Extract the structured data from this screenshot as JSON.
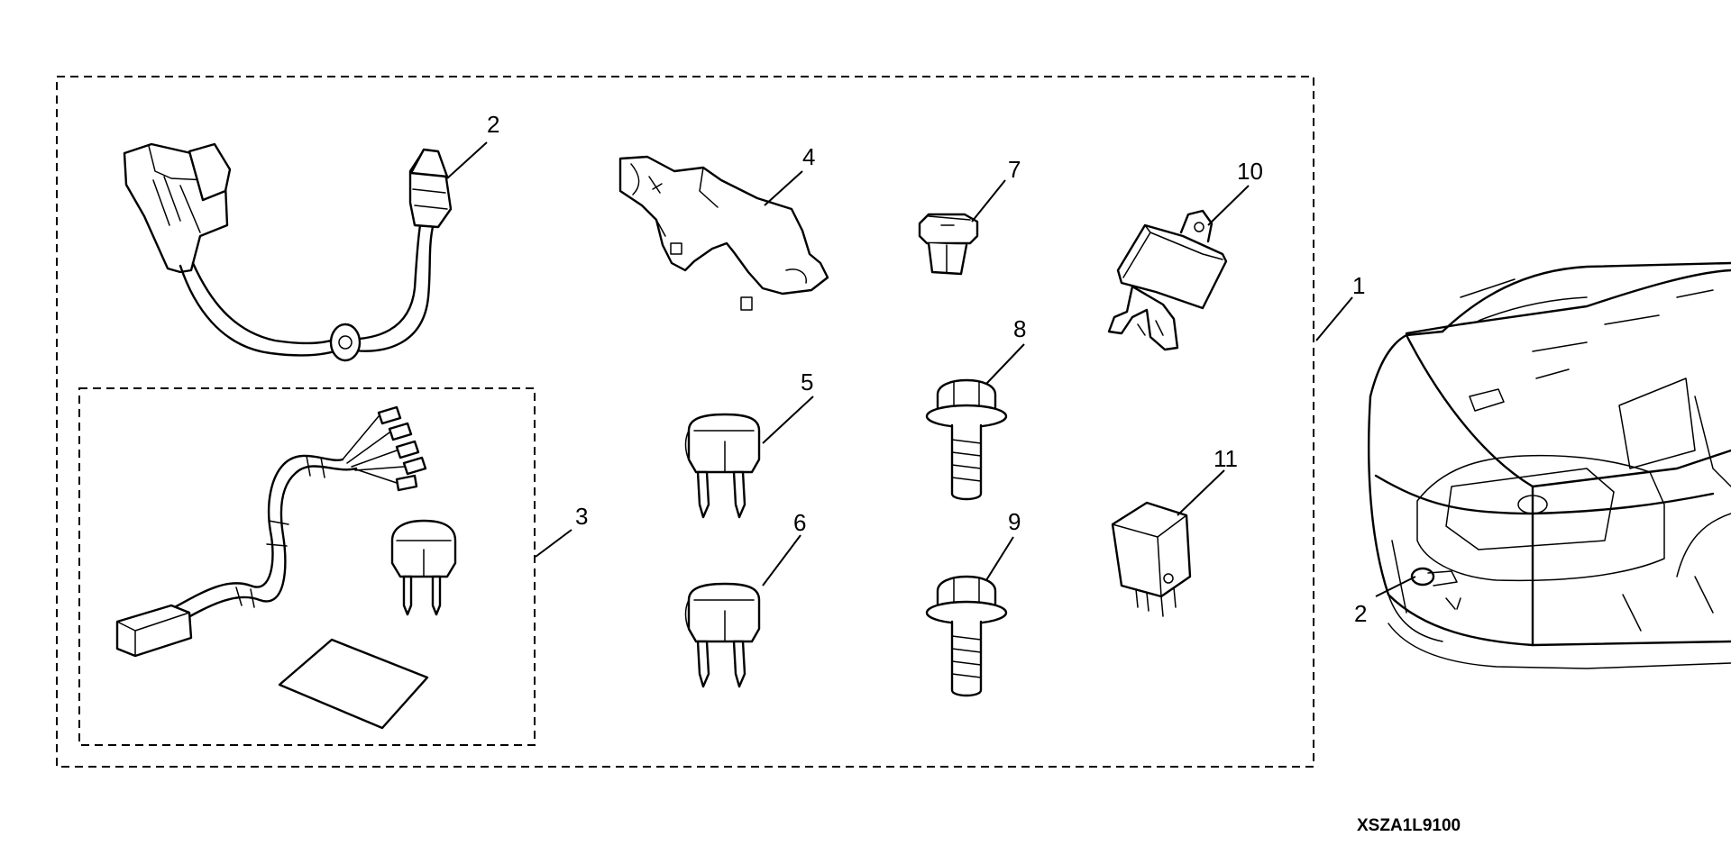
{
  "callouts": {
    "c1": "1",
    "c2_kit": "2",
    "c2_vehicle": "2",
    "c3": "3",
    "c4": "4",
    "c5": "5",
    "c6": "6",
    "c7": "7",
    "c8": "8",
    "c9": "9",
    "c10": "10",
    "c11": "11"
  },
  "figure_code": "XSZA1L9100",
  "colors": {
    "line": "#000000",
    "background": "#ffffff"
  }
}
